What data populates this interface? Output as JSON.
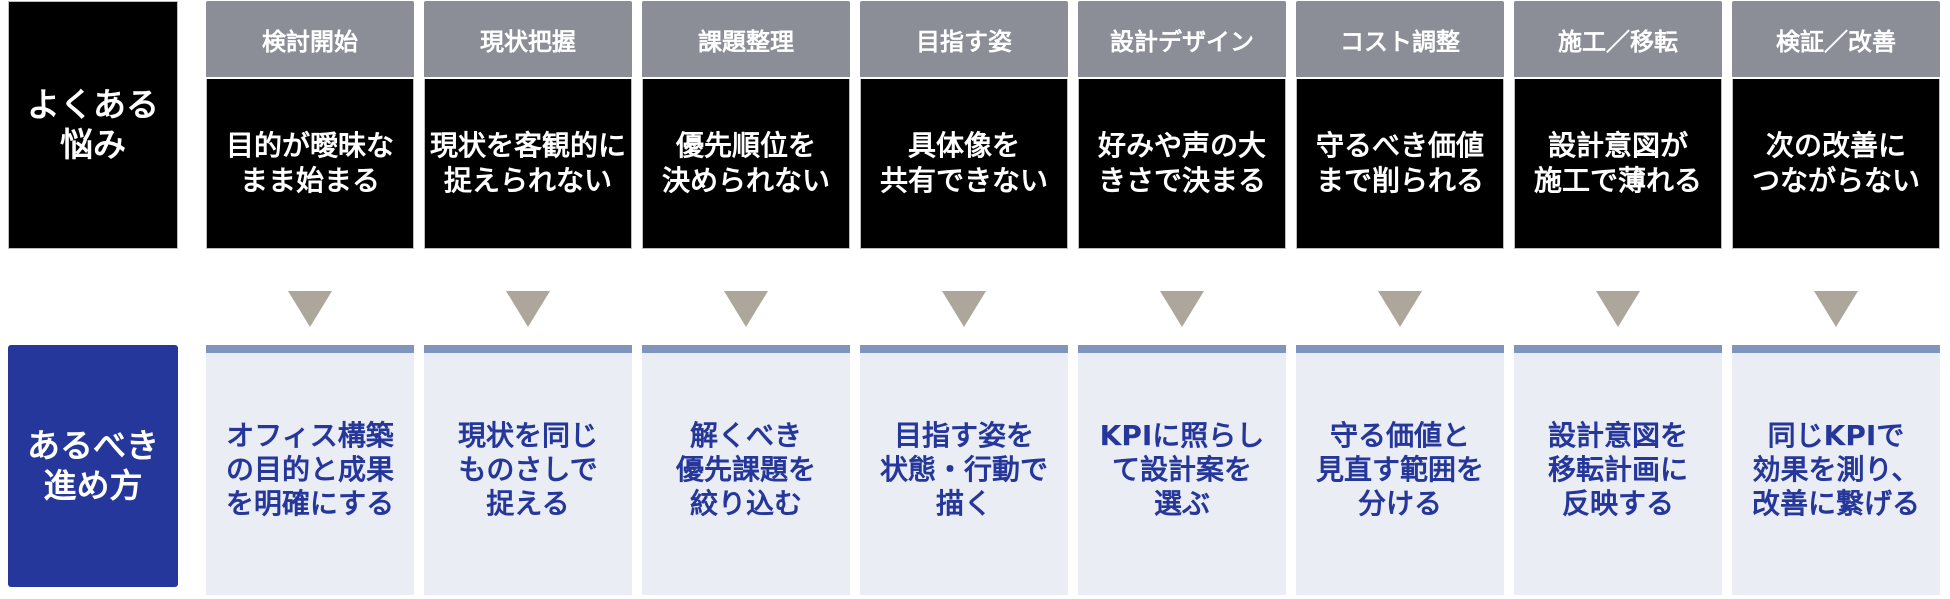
{
  "row_labels": {
    "worries": "よくある\n悩み",
    "ideal": "あるべき\n進め方"
  },
  "stages": [
    {
      "header": "検討開始",
      "worry": "目的が曖昧な\nまま始まる",
      "ideal": "オフィス構築\nの目的と成果\nを明確にする"
    },
    {
      "header": "現状把握",
      "worry": "現状を客観的に\n捉えられない",
      "ideal": "現状を同じ\nものさしで\n捉える"
    },
    {
      "header": "課題整理",
      "worry": "優先順位を\n決められない",
      "ideal": "解くべき\n優先課題を\n絞り込む"
    },
    {
      "header": "目指す姿",
      "worry": "具体像を\n共有できない",
      "ideal": "目指す姿を\n状態・行動で\n描く"
    },
    {
      "header": "設計デザイン",
      "worry": "好みや声の大\nきさで決まる",
      "ideal": "KPIに照らし\nて設計案を\n選ぶ"
    },
    {
      "header": "コスト調整",
      "worry": "守るべき価値\nまで削られる",
      "ideal": "守る価値と\n見直す範囲を\n分ける"
    },
    {
      "header": "施工／移転",
      "worry": "設計意図が\n施工で薄れる",
      "ideal": "設計意図を\n移転計画に\n反映する"
    },
    {
      "header": "検証／改善",
      "worry": "次の改善に\nつながらない",
      "ideal": "同じKPIで\n効果を測り、\n改善に繋げる"
    }
  ],
  "colors": {
    "header_bg": "#8b8e96",
    "worry_bg": "#000000",
    "arrow": "#ada79b",
    "ideal_bg": "#eaedf3",
    "ideal_accent": "#7f95bb",
    "ideal_text": "#25379a"
  }
}
